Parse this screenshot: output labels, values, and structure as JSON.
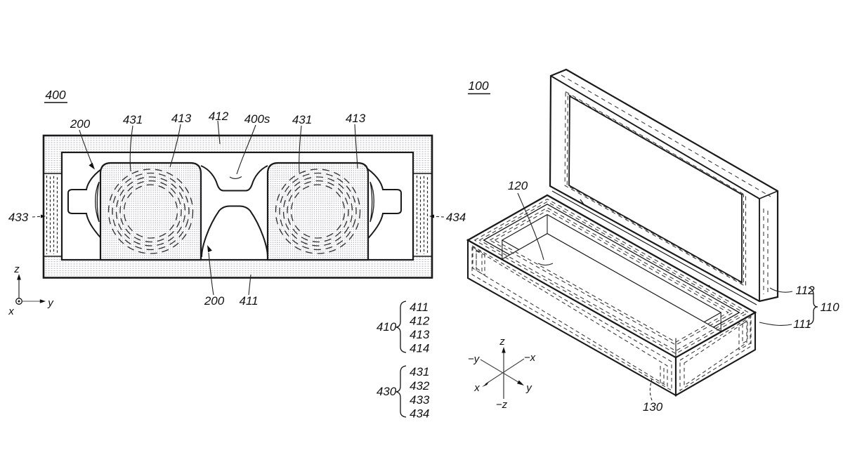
{
  "fig400": {
    "title": "400",
    "callouts": {
      "c200_top": "200",
      "c431_left": "431",
      "c413_left": "413",
      "c412": "412",
      "c400s": "400s",
      "c431_right": "431",
      "c413_right": "413",
      "c433": "433",
      "c434": "434",
      "c200_bottom": "200",
      "c411": "411"
    },
    "axes": {
      "z": "z",
      "y": "y",
      "x": "x"
    },
    "groups": [
      {
        "label": "410",
        "items": [
          "411",
          "412",
          "413",
          "414"
        ]
      },
      {
        "label": "430",
        "items": [
          "431",
          "432",
          "433",
          "434"
        ]
      }
    ]
  },
  "fig100": {
    "title": "100",
    "callouts": {
      "c120": "120",
      "c112": "112",
      "c110": "110",
      "c111": "111",
      "c130": "130"
    },
    "axes": {
      "z": "z",
      "neg_z": "−z",
      "x": "x",
      "y": "y",
      "neg_x": "−x",
      "neg_y": "−y"
    }
  }
}
